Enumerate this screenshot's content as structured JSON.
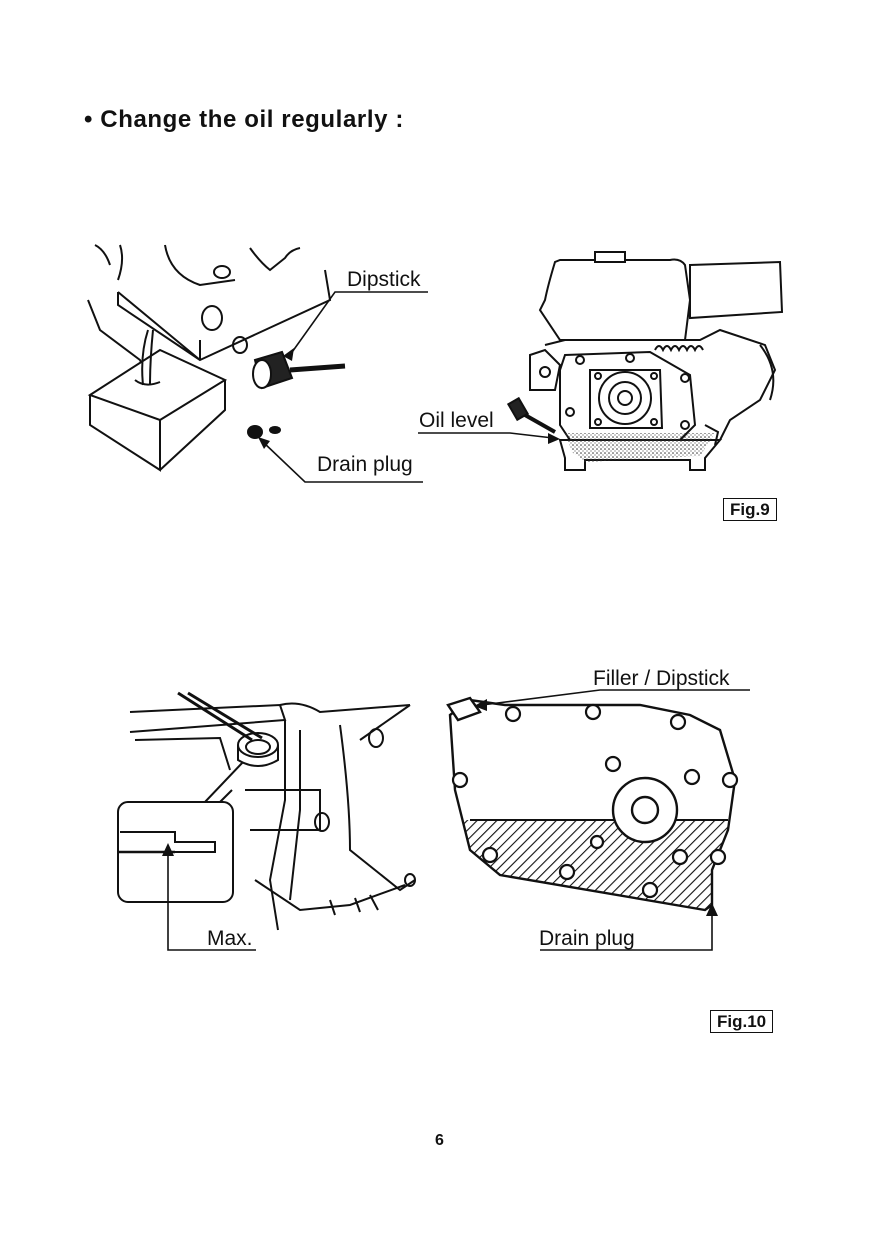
{
  "page": {
    "heading": "• Change the oil regularly :",
    "page_number": "6"
  },
  "fig9": {
    "tag": "Fig.9",
    "labels": {
      "dipstick": "Dipstick",
      "drain_plug": "Drain plug",
      "oil_level": "Oil level"
    }
  },
  "fig10": {
    "tag": "Fig.10",
    "labels": {
      "filler_dipstick": "Filler / Dipstick",
      "max": "Max.",
      "drain_plug": "Drain plug"
    }
  }
}
